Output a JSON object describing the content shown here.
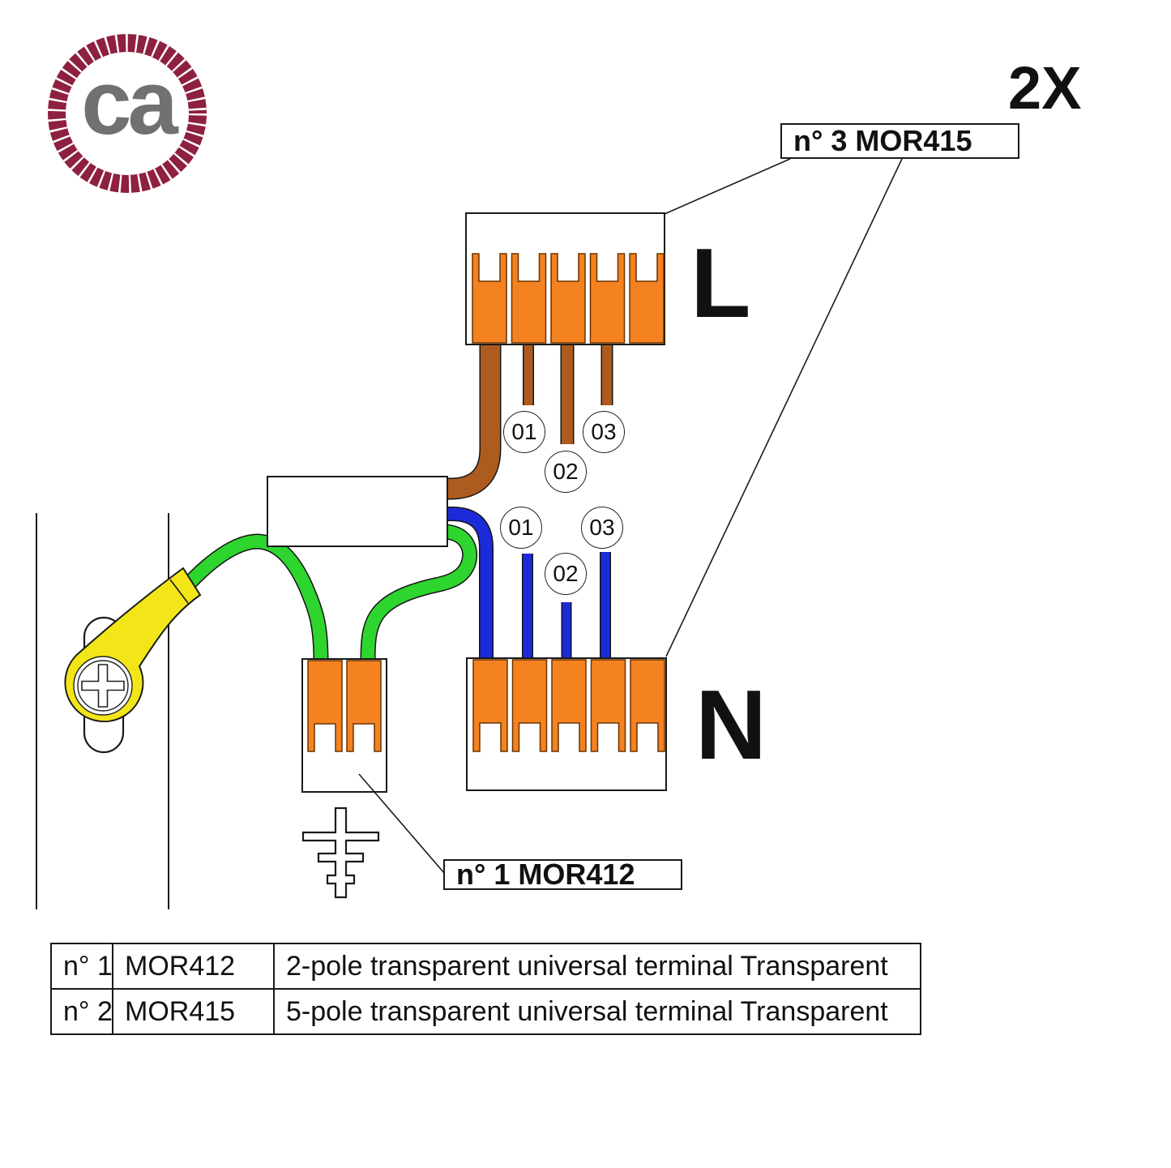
{
  "logo": {
    "text": "ca"
  },
  "quantity_label": "2X",
  "callouts": {
    "mor415": "n° 3 MOR415",
    "mor412": "n° 1 MOR412"
  },
  "terminals": {
    "live_label": "L",
    "neutral_label": "N"
  },
  "wire_markers": {
    "live": [
      "01",
      "02",
      "03"
    ],
    "neutral": [
      "01",
      "02",
      "03"
    ]
  },
  "legend_table": {
    "rows": [
      {
        "no": "n° 1",
        "code": "MOR412",
        "desc": "2-pole transparent universal terminal Transparent"
      },
      {
        "no": "n° 2",
        "code": "MOR415",
        "desc": "5-pole transparent universal terminal Transparent"
      }
    ]
  },
  "colors": {
    "orange": "#F58220",
    "orange_outline": "#6B3300",
    "brown": "#AD5B1E",
    "green": "#2ED52E",
    "blue": "#1C2BD9",
    "yellow": "#F2E619",
    "maroon": "#8E2040",
    "logo_gray": "#6F7173"
  }
}
